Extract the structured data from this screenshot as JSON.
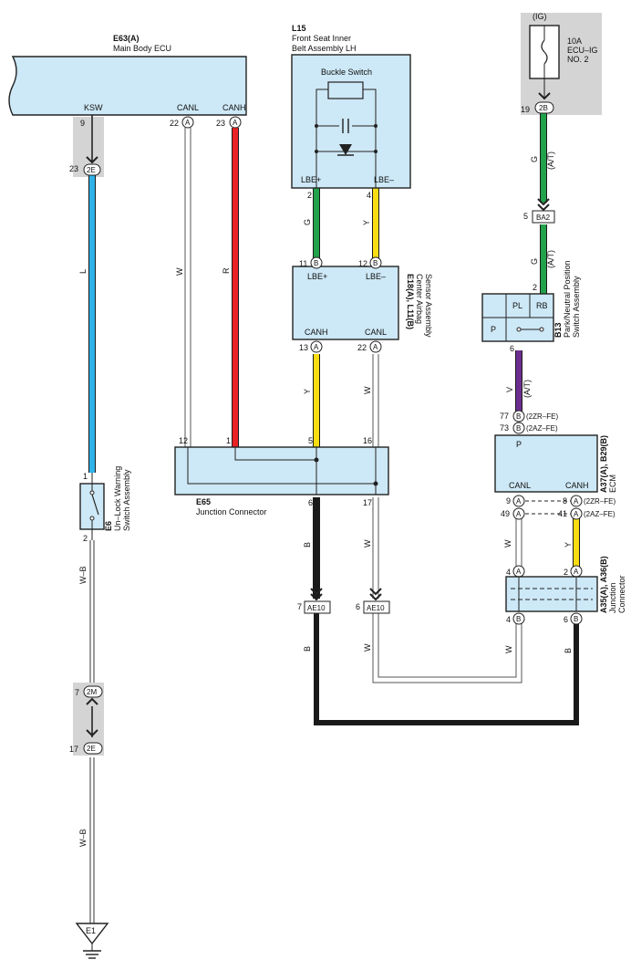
{
  "ecu": {
    "code": "E63(A)",
    "name": "Main Body ECU",
    "pin_ksw": "KSW",
    "pin_canl": "CANL",
    "pin_canh": "CANH",
    "n9": "9",
    "n22": "22",
    "n23": "23"
  },
  "buckle": {
    "code": "L15",
    "name1": "Front Seat Inner",
    "name2": "Belt Assembly LH",
    "switch": "Buckle Switch",
    "lbe_p": "LBE+",
    "lbe_m": "LBE–",
    "n2": "2",
    "n4": "4"
  },
  "ig": {
    "label": "(IG)",
    "fuse1": "10A",
    "fuse2": "ECU–IG",
    "fuse3": "NO. 2",
    "n19": "19",
    "conn": "2B"
  },
  "airbag": {
    "code": "E18(A), L11(B)",
    "name1": "Center Airbag",
    "name2": "Sensor Assembly",
    "lbe_p": "LBE+",
    "lbe_m": "LBE–",
    "canh": "CANH",
    "canl": "CANL",
    "n11": "11",
    "n12": "12",
    "n13": "13",
    "n22": "22"
  },
  "e65": {
    "code": "E65",
    "name": "Junction Connector",
    "n12": "12",
    "n1": "1",
    "n5": "5",
    "n16": "16",
    "n6": "6",
    "n17": "17"
  },
  "unlock": {
    "code": "E6",
    "name1": "Un–Lock Warning",
    "name2": "Switch Assembly",
    "n1": "1",
    "n2": "2"
  },
  "ba2": {
    "n5": "5",
    "label": "BA2",
    "n2": "2"
  },
  "pnp": {
    "code": "B13",
    "name1": "Park/Neutral Position",
    "name2": "Switch Assembly",
    "pl": "PL",
    "rb": "RB",
    "p": "P",
    "n6": "6"
  },
  "ecm": {
    "code": "A37(A), B29(B)",
    "name": "ECM",
    "p": "P",
    "canl": "CANL",
    "canh": "CANH",
    "n77": "77",
    "n73": "73",
    "n9": "9",
    "n8": "8",
    "n49": "49",
    "n41": "41",
    "eng1": "(2ZR–FE)",
    "eng2": "(2AZ–FE)"
  },
  "a35": {
    "code": "A35(A), A36(B)",
    "name1": "Junction",
    "name2": "Connector",
    "n4a": "4",
    "n2a": "2",
    "n4b": "4",
    "n6b": "6"
  },
  "ae10": {
    "n7": "7",
    "n6": "6",
    "label": "AE10"
  },
  "grounds": {
    "n23": "23",
    "c2e": "2E",
    "n7": "7",
    "c2m": "2M",
    "n17": "17",
    "c2e_b": "2E",
    "e1": "E1"
  },
  "tags": {
    "a": "A",
    "b": "B",
    "at": "(A/T)"
  },
  "wires": {
    "L": "L",
    "W": "W",
    "R": "R",
    "G": "G",
    "Y": "Y",
    "B": "B",
    "V": "V",
    "WB": "W–B"
  },
  "colors": {
    "box": "#cde8f6",
    "shade": "#d4d4d4",
    "blue": "#2fb3ea",
    "red": "#ea2226",
    "green": "#22a24a",
    "yellow": "#f9dd12",
    "purple": "#6b2e8f",
    "black": "#1a1a1a",
    "white_wire": "#ffffff"
  }
}
